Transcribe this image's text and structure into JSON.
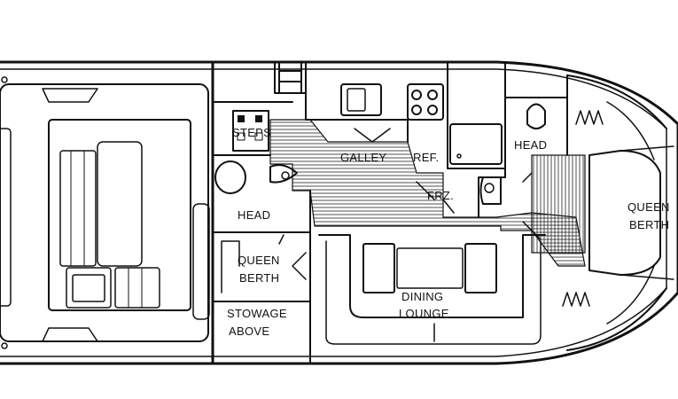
{
  "labels": {
    "steps": "STEPS",
    "galley": "GALLEY",
    "ref": "REF.",
    "head_aft": "HEAD",
    "head_fwd": "HEAD",
    "frz": "FRZ.",
    "queen_berth_aft_line1": "QUEEN",
    "queen_berth_aft_line2": "BERTH",
    "queen_berth_fwd_line1": "QUEEN",
    "queen_berth_fwd_line2": "BERTH",
    "stowage_line1": "STOWAGE",
    "stowage_line2": "ABOVE",
    "dining_line1": "DINING",
    "dining_line2": "LOUNGE"
  }
}
